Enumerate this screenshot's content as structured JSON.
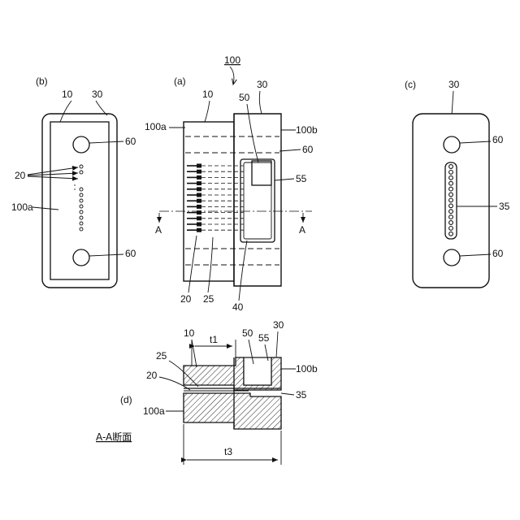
{
  "labels": {
    "ref_100": "100",
    "ref_100a": "100a",
    "ref_100b": "100b",
    "ref_10": "10",
    "ref_20": "20",
    "ref_25": "25",
    "ref_30": "30",
    "ref_35": "35",
    "ref_40": "40",
    "ref_50": "50",
    "ref_55": "55",
    "ref_60": "60",
    "section_mark": "A",
    "section_title": "A-A断面",
    "dim_t1": "t1",
    "dim_t3": "t3"
  },
  "views": {
    "a": "(a)",
    "b": "(b)",
    "c": "(c)",
    "d": "(d)"
  },
  "colors": {
    "line": "#111111",
    "background": "#ffffff"
  }
}
